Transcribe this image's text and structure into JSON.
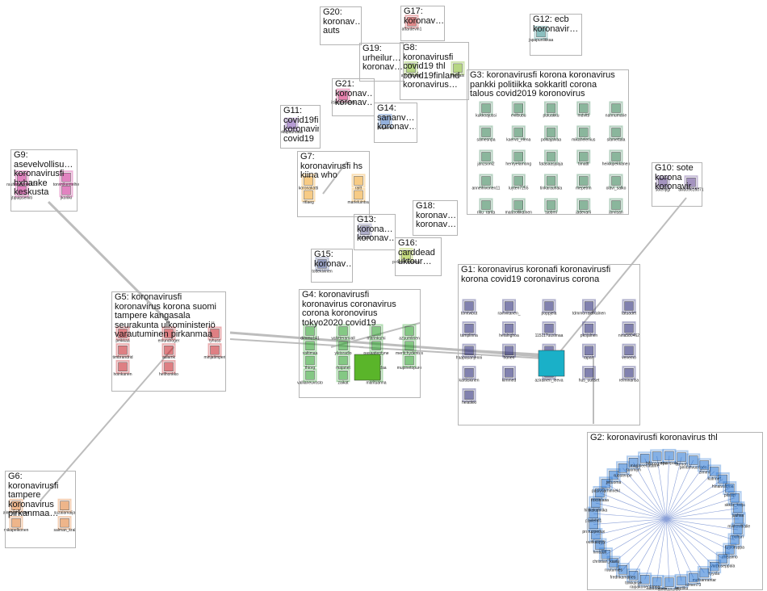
{
  "groups": [
    {
      "id": "G1",
      "label": "G1: koronavirus koronafi koronavirusfi\nkorona covid19 coronavirus corona",
      "color": "#1a1a6e"
    },
    {
      "id": "G2",
      "label": "G2: koronavirusfi koronavirus thl",
      "color": "#1f6fd0"
    },
    {
      "id": "G3",
      "label": "G3: koronavirusfi korona koronavirus\npankki politiikka sokkaritl corona\ntalous covid2019 koronovirus",
      "color": "#2a7a4a"
    },
    {
      "id": "G4",
      "label": "G4: koronavirusfi\nkoronavirus coronavirus\ncorona koronovirus\ntokyo2020 covid19",
      "color": "#1f9a1f"
    },
    {
      "id": "G5",
      "label": "G5: koronavirusfi\nkoronavirus korona suomi\ntampere kangasala\nseurakunta ulkoministeriö\nvarautuminen pirkanmaa",
      "color": "#c2161d"
    },
    {
      "id": "G6",
      "label": "G6:\nkoronavirusfi\ntampere\nkoronavirus\npirkanmaa…",
      "color": "#e0782a"
    },
    {
      "id": "G7",
      "label": "G7:\nkoronavirusfi hs\nkiina who",
      "color": "#f0a020"
    },
    {
      "id": "G8",
      "label": "G8:\nkoronavirusfi\ncovid19 thl\ncovid19finland\nkoronavirus…",
      "color": "#7ab51d"
    },
    {
      "id": "G9",
      "label": "G9:\nasevelvollisu…\nkoronavirusfi\nhxhanke\nkeskusta",
      "color": "#c81e8c"
    },
    {
      "id": "G10",
      "label": "G10: sote\nkorona\nkoronavir…",
      "color": "#5a3a8a"
    },
    {
      "id": "G11",
      "label": "G11:\ncovid19fi\nkoronavir…\ncovid19",
      "color": "#7a4ab0"
    },
    {
      "id": "G12",
      "label": "G12: ecb\nkoronavir…",
      "color": "#2a8a8a"
    },
    {
      "id": "G13",
      "label": "G13:\nkorona…\nkoronav…",
      "color": "#6a6a9a"
    },
    {
      "id": "G14",
      "label": "G14:\nsananv…\nkoronav…",
      "color": "#3a70c0"
    },
    {
      "id": "G15",
      "label": "G15:\nkoronav…",
      "color": "#3a4a8a"
    },
    {
      "id": "G16",
      "label": "G16:\ncarddead\nuktour…",
      "color": "#9ac21a"
    },
    {
      "id": "G17",
      "label": "G17:\nkoronav…",
      "color": "#c8282a"
    },
    {
      "id": "G18",
      "label": "G18:\nkoronav…\nkoronav…",
      "color": "#e26a2a"
    },
    {
      "id": "G19",
      "label": "G19:\nurheilur…\nkoronav…",
      "color": "#d6c21a"
    },
    {
      "id": "G20",
      "label": "G20:\nkoronav…\nauts",
      "color": "#8a8a3a"
    },
    {
      "id": "G21",
      "label": "G21:\nkoronav…\nkoronav…",
      "color": "#d41a6a"
    }
  ],
  "node_labels": {
    "G1": [
      "tomtwbut",
      "ravlviitanen_",
      "poppjela",
      "tdmmorraidlkalnen",
      "tatuadet",
      "tamplinna",
      "helalnghoa",
      "115117uusimaa",
      "pkojalnen",
      "nina580462",
      "haapasanjenni",
      "honen",
      "kuunka",
      "rapals",
      "venemo",
      "kartiiskinen",
      "kimmed",
      "azirainen_leeva",
      "hus_uutiset",
      "reiminarisa",
      "helatikki"
    ],
    "G2": [
      "mikkovilllalle",
      "puhuri",
      "tuuloruppa",
      "viirsalmo",
      "varpuseppala",
      "tyyxla",
      "matsanrantar",
      "almeri73",
      "tarotiku",
      "annlitanurtlle",
      "minnaaliola",
      "raipakonentanna",
      "tolkkaisje",
      "fredrikamaries",
      "ruutumies",
      "christian_kasiu",
      "hmtuuri",
      "ouitkaspyy",
      "pruruzpedux",
      "pavlehtl1",
      "hiltkakahkika",
      "roxonlaaa",
      "pasivoarhinnekl",
      "jvituoma",
      "ruosteripe",
      "suomijm",
      "marjaleenatahre",
      "hilppsgrepw",
      "seesrpala",
      "tarmoh",
      "pentiihvuorlnen",
      "zlmmi",
      "kutrinet",
      "hinaivaltpoa",
      "pilssip",
      "skklis_kaija",
      "juuhsa"
    ],
    "G3": [
      "kukkoajussi",
      "evilbubu",
      "puluakku",
      "mdvltti",
      "nannumarie",
      "samesnpa",
      "kaervo_elena",
      "polkajalvaa",
      "mikahelenius",
      "slamettala",
      "janzsoni2",
      "henryelamong",
      "fatasaasjuaja",
      "timattl",
      "heikkipekkanen",
      "anneihivonen11",
      "luyten7255",
      "tinkarauhala",
      "mepetnn",
      "olavi_salko",
      "riku_ranta",
      "marjoollikainen",
      "sjobmi",
      "jadevani",
      "jorvisan"
    ],
    "G4": [
      "dimmu141",
      "valvtteranvall",
      "marinkumi",
      "azuumlinen",
      "valtimaa",
      "yleisradio",
      "pasaatientyne",
      "meritchydentus",
      "thiorg",
      "majanet",
      "tiinasalalaa",
      "mupinetopuro",
      "vallianeuvosto",
      "zaikat",
      "marituanna"
    ],
    "G5": [
      "peikkaa",
      "enlundroger",
      "ryhuss",
      "timbrandrid",
      "aulamk",
      "minjatimperi",
      "hoinkanen",
      "hellhonkko"
    ],
    "G6": [
      "ainenlahvonen",
      "suzalamaija",
      "mikapelkonen",
      "salman_kral"
    ],
    "G7": [
      "koronakatti",
      "raitt",
      "ritlaeg",
      "marleluintsu"
    ],
    "G8": [
      "atlanticviist",
      "moeals"
    ],
    "G9": [
      "rauhabakkerrit13",
      "tonvnikentelhe",
      "jtipuipseniiti",
      "jkoriiki"
    ],
    "G10": [
      "sotehjlgi",
      "alliu09616071"
    ],
    "G11": [
      "ekapuumaali"
    ],
    "G12": [
      "japapunlikkaa"
    ],
    "G13": [
      "anzaki"
    ],
    "G14": [
      "pinjanne"
    ],
    "G15": [
      "tottekivinen"
    ],
    "G16": [
      "pirlannkkeansa"
    ],
    "G17": [
      "aftardevin1"
    ],
    "G21": [
      "ittirasaeanivla"
    ]
  }
}
